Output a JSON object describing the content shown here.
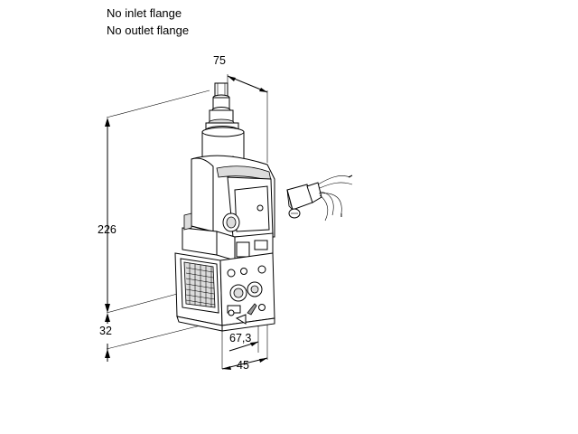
{
  "notes": {
    "no_inlet_flange": "No inlet flange",
    "no_outlet_flange": "No outlet flange"
  },
  "dimensions": {
    "top_width": "75",
    "total_height": "226",
    "bottom_height": "32",
    "depth": "67,3",
    "base_width": "45"
  },
  "colors": {
    "line": "#000000",
    "fill": "#ffffff",
    "shade": "#dcdcdc"
  }
}
